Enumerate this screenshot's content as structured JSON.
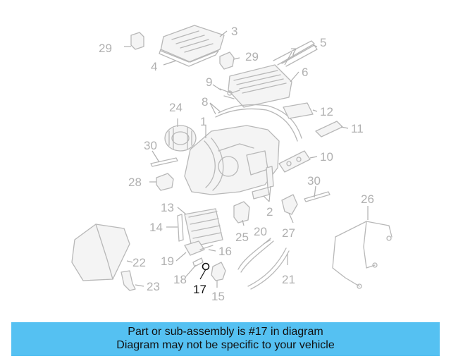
{
  "diagram": {
    "highlighted_part": "17",
    "callouts": [
      "1",
      "2",
      "3",
      "4",
      "5",
      "6",
      "7",
      "8",
      "9",
      "10",
      "11",
      "12",
      "13",
      "14",
      "15",
      "16",
      "17",
      "18",
      "19",
      "20",
      "21",
      "22",
      "23",
      "24",
      "25",
      "26",
      "27",
      "28",
      "29",
      "29",
      "30",
      "30"
    ]
  },
  "banner": {
    "line1": "Part or sub-assembly is #17 in diagram",
    "line2": "Diagram may not be specific to your vehicle"
  },
  "colors": {
    "banner": "#55c1f2",
    "faded_part": "#b8b8b8",
    "highlight": "#111111"
  }
}
